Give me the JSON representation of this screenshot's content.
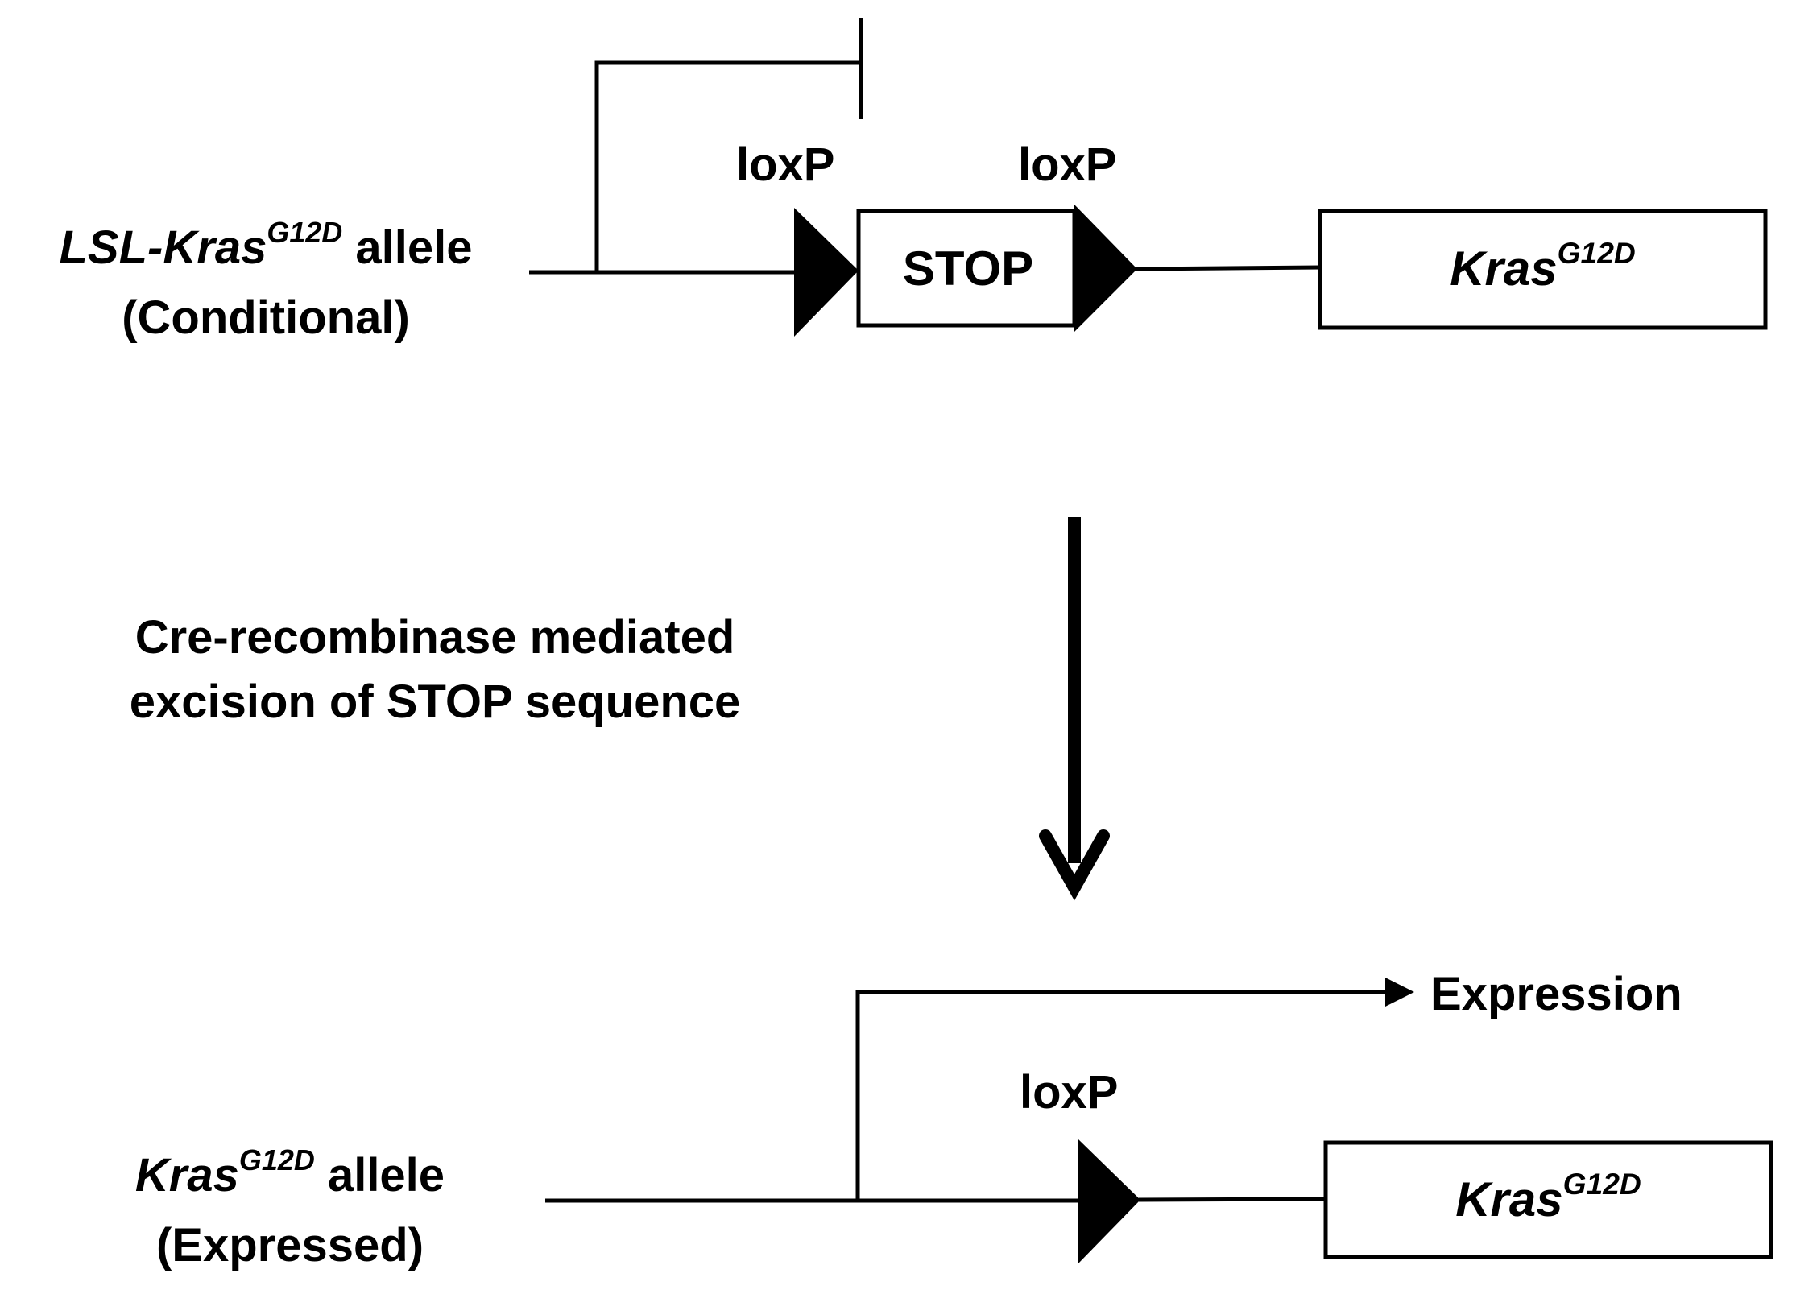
{
  "top_allele": {
    "name_italic": "LSL-Kras",
    "name_sup": "G12D",
    "name_suffix": " allele",
    "subtitle": "(Conditional)",
    "loxp_left": "loxP",
    "loxp_right": "loxP",
    "stop_label": "STOP",
    "gene_italic": "Kras",
    "gene_sup": "G12D"
  },
  "step": {
    "line1": "Cre-recombinase mediated",
    "line2": "excision of STOP sequence"
  },
  "bottom_allele": {
    "name_italic": "Kras",
    "name_sup": "G12D",
    "name_suffix": " allele",
    "subtitle": "(Expressed)",
    "loxp": "loxP",
    "gene_italic": "Kras",
    "gene_sup": "G12D",
    "expression_label": "Expression"
  },
  "colors": {
    "ink": "#000000",
    "background": "#ffffff"
  }
}
